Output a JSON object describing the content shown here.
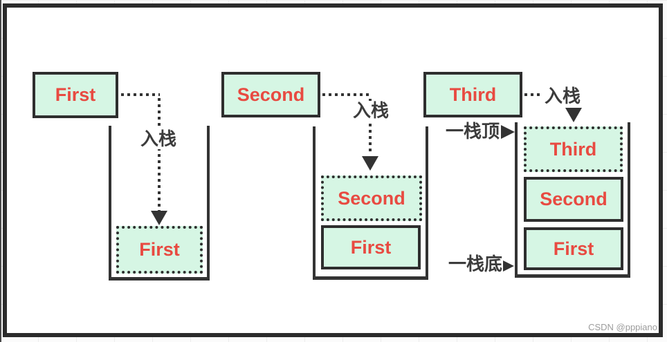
{
  "watermark": "CSDN @pppiano",
  "colors": {
    "box_fill": "#d6f6e4",
    "box_border": "#2e2e2e",
    "label_red": "#e84a41",
    "text_dark": "#3c3c3c",
    "line_dark": "#333333",
    "watermark_gray": "#9c9c9c",
    "frame_border": "#2b2b2b"
  },
  "panels": [
    {
      "incoming_label": "First",
      "push_label": "入栈",
      "stack": [
        {
          "label": "First",
          "style": "dotted"
        }
      ]
    },
    {
      "incoming_label": "Second",
      "push_label": "入栈",
      "stack": [
        {
          "label": "Second",
          "style": "dotted"
        },
        {
          "label": "First",
          "style": "solid"
        }
      ]
    },
    {
      "incoming_label": "Third",
      "push_label": "入栈",
      "stack": [
        {
          "label": "Third",
          "style": "dotted"
        },
        {
          "label": "Second",
          "style": "solid"
        },
        {
          "label": "First",
          "style": "solid"
        }
      ],
      "annotations": {
        "stack_top": "一栈顶",
        "stack_bottom": "一栈底"
      }
    }
  ]
}
